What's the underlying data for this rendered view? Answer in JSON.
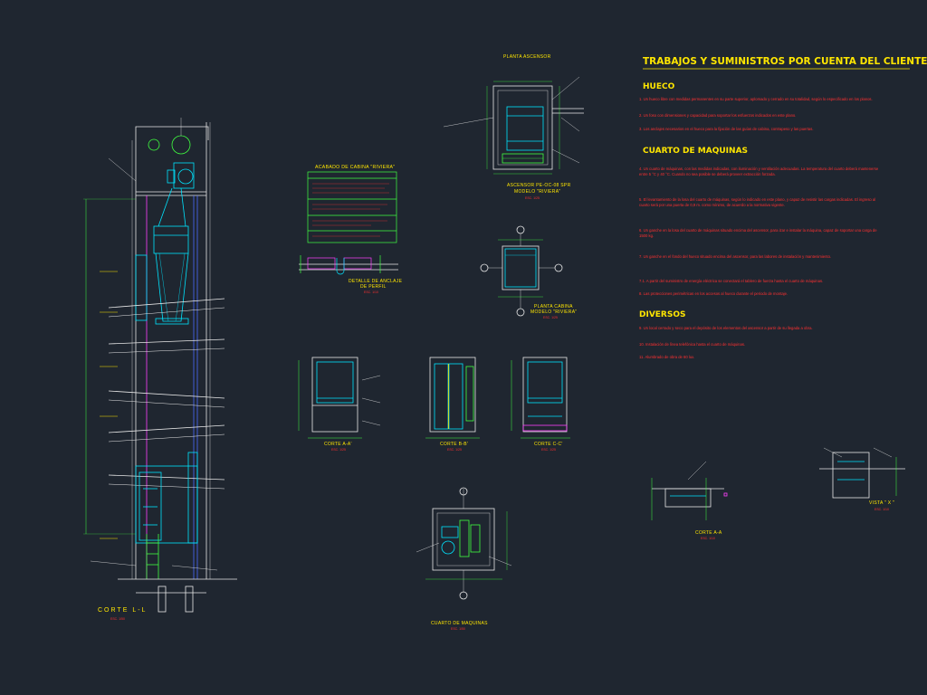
{
  "colors": {
    "background": "#1f2630",
    "red": "#ff3030",
    "yellow": "#ffe600",
    "cyan": "#00e5ff",
    "magenta": "#ff40ff",
    "green": "#40ff40",
    "white": "#e8e8e8",
    "blue": "#4a6bff"
  },
  "spec": {
    "title": "TRABAJOS Y SUMINISTROS POR CUENTA DEL CLIENTE",
    "sections": [
      {
        "heading": "HUECO",
        "items": [
          "1. Un hueco libre con medidas permanentes en su parte superior, aplomado y cerrado en su totalidad, según lo especificado en los planos.",
          "2. Un foso con dimensiones y capacidad para soportar los esfuerzos indicados en este plano.",
          "3. Los anclajes necesarios en el hueco para la fijación de las guías de cabina, contrapeso y las puertas."
        ]
      },
      {
        "heading": "CUARTO DE MAQUINAS",
        "items": [
          "4. Un cuarto de máquinas, con las medidas indicadas, con iluminación y ventilación adecuadas. La temperatura del cuarto deberá mantenerse entre 5 °C y 40 °C. Cuando no sea posible se deberá proveer extracción forzada.",
          "5. El levantamiento de la losa del cuarto de máquinas, según lo indicado en este plano, y capaz de resistir las cargas indicadas. El ingreso al cuarto será por una puerta de 0,9 m. como mínimo, de acuerdo a la normativa vigente.",
          "6. Un ganche en la losa del cuarto de máquinas situado encima del ascensor, para izar e instalar la máquina, capaz de soportar una carga de 1500 kg.",
          "7. Un ganche en el fondo del hueco situado encima del ascensor, para las labores de instalación y mantenimiento.",
          "7.1. A partir del suministro de energía eléctrica se conectará el tablero de fuerza hasta el cuarto de máquinas.",
          "8. Las protecciones perimétricas en los accesos al hueco durante el periodo de montaje."
        ]
      },
      {
        "heading": "DIVERSOS",
        "items": [
          "9. Un local cerrado y seco para el depósito de los elementos del ascensor a partir de su llegada a obra.",
          "10. Instalación de línea telefónica hasta el cuarto de máquinas.",
          "11. Alumbrado de obra de 60 lux."
        ]
      }
    ]
  },
  "labels": {
    "corte_ll": "CORTE L-L",
    "corte_ll_scale": "ESC. 1/50",
    "planta_ascensor": "PLANTA ASCENSOR",
    "ascensor_model_1": "ASCENSOR PE-OC-08 SPR",
    "ascensor_model_2": "MODELO \"RIVIERA\"",
    "ascensor_scale": "ESC. 1/25",
    "acabado_title": "ACABADO DE CABINA \"RIVIERA\"",
    "detalle_1": "DETALLE DE ANCLAJE",
    "detalle_2": "DE PERFIL",
    "detalle_scale": "ESC. 1/10",
    "planta_cabina_1": "PLANTA CABINA",
    "planta_cabina_2": "MODELO \"RIVIERA\"",
    "planta_cabina_scale": "ESC. 1/25",
    "corte_aa_prime": "CORTE A-A'",
    "corte_bb_prime": "CORTE B-B'",
    "corte_cc_prime": "CORTE C-C'",
    "corte_scale": "ESC. 1/25",
    "cuarto_maquinas": "CUARTO DE MAQUINAS",
    "cuarto_scale": "ESC. 1/50",
    "corte_aa": "CORTE A-A",
    "corte_aa_scale": "ESC. 1/10",
    "vista_x": "VISTA \" X \"",
    "vista_x_scale": "ESC. 1/10"
  }
}
